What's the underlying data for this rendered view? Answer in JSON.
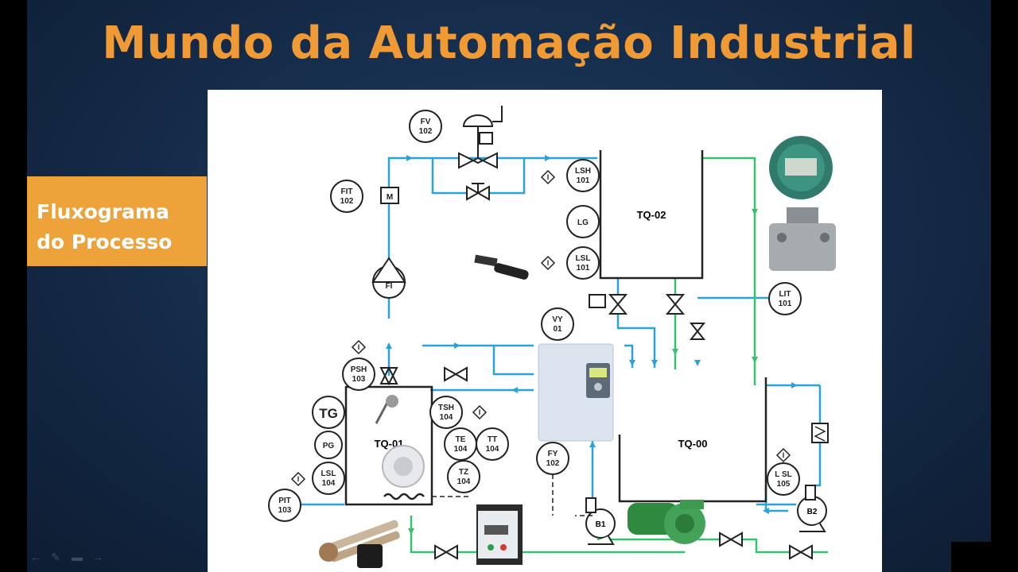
{
  "slide": {
    "title": "Mundo da Automação Industrial",
    "section_line1": "Fluxograma",
    "section_line2": "do Processo"
  },
  "tanks": {
    "tq02": "TQ-02",
    "tq01": "TQ-01",
    "tq00": "TQ-00"
  },
  "instruments": {
    "fv": [
      "FV",
      "102"
    ],
    "fit": [
      "FIT",
      "102"
    ],
    "m": "M",
    "fi": "FI",
    "lsh": [
      "LSH",
      "101"
    ],
    "lg": "LG",
    "lsl": [
      "LSL",
      "101"
    ],
    "vy": [
      "VY",
      "01"
    ],
    "lit": [
      "LIT",
      "101"
    ],
    "psh": [
      "PSH",
      "103"
    ],
    "tg": "TG",
    "pg": "PG",
    "lsl104": [
      "LSL",
      "104"
    ],
    "pit": [
      "PIT",
      "103"
    ],
    "tsh": [
      "TSH",
      "104"
    ],
    "te": [
      "TE",
      "104"
    ],
    "tt": [
      "TT",
      "104"
    ],
    "tz": [
      "TZ",
      "104"
    ],
    "fy": [
      "FY",
      "102"
    ],
    "b1": "B1",
    "b2": "B2",
    "lsl105": [
      "L SL",
      "105"
    ],
    "i": "I"
  },
  "colors": {
    "title": "#ef9a35",
    "section_bg": "#eea23a",
    "pipe_blue": "#2aa3d6",
    "pipe_green": "#32c36b"
  }
}
